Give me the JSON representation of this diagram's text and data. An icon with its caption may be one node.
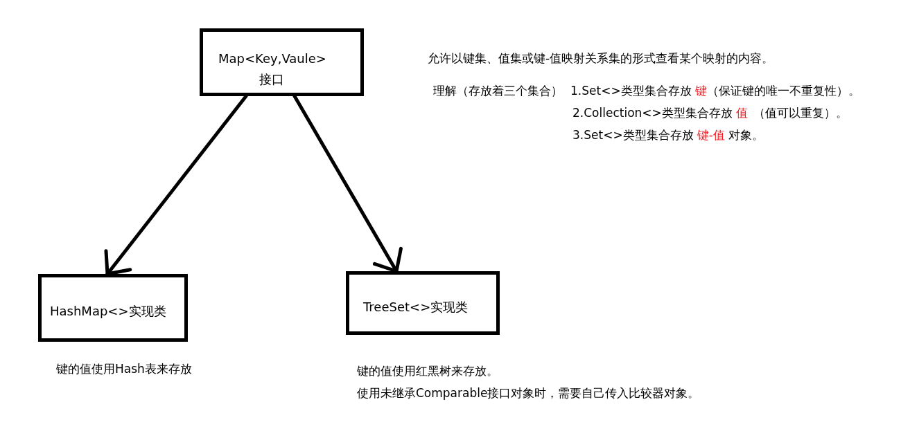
{
  "diagram": {
    "nodes": [
      {
        "text": [
          "Map<Key,Vaule>",
          "接口"
        ]
      },
      {
        "text": [
          "HashMap<>实现类"
        ],
        "beside": [
          "键的值使用Hash表来存放"
        ]
      },
      {
        "text": [
          "TreeSet<>实现类"
        ],
        "beside": [
          "键的值使用红黑树来存放。",
          "使用未继承Comparable接口对象时，需要自己传入比较器对象。"
        ]
      }
    ],
    "edges": [
      {
        "from": 0,
        "to": 1,
        "arrow": "to"
      },
      {
        "from": 0,
        "to": 2,
        "arrow": "to"
      }
    ],
    "labels": [
      "允许以键集、值集或键-值映射关系集的形式查看某个映射的内容。",
      "理解（存放着三个集合）",
      "1.Set<>类型集合存放",
      "键",
      "（保证键的唯一不重复性）。",
      "2.Collection<>类型集合存放",
      "值",
      "（值可以重复）。",
      "3.Set<>类型集合存放",
      "键-值",
      "对象。"
    ]
  }
}
